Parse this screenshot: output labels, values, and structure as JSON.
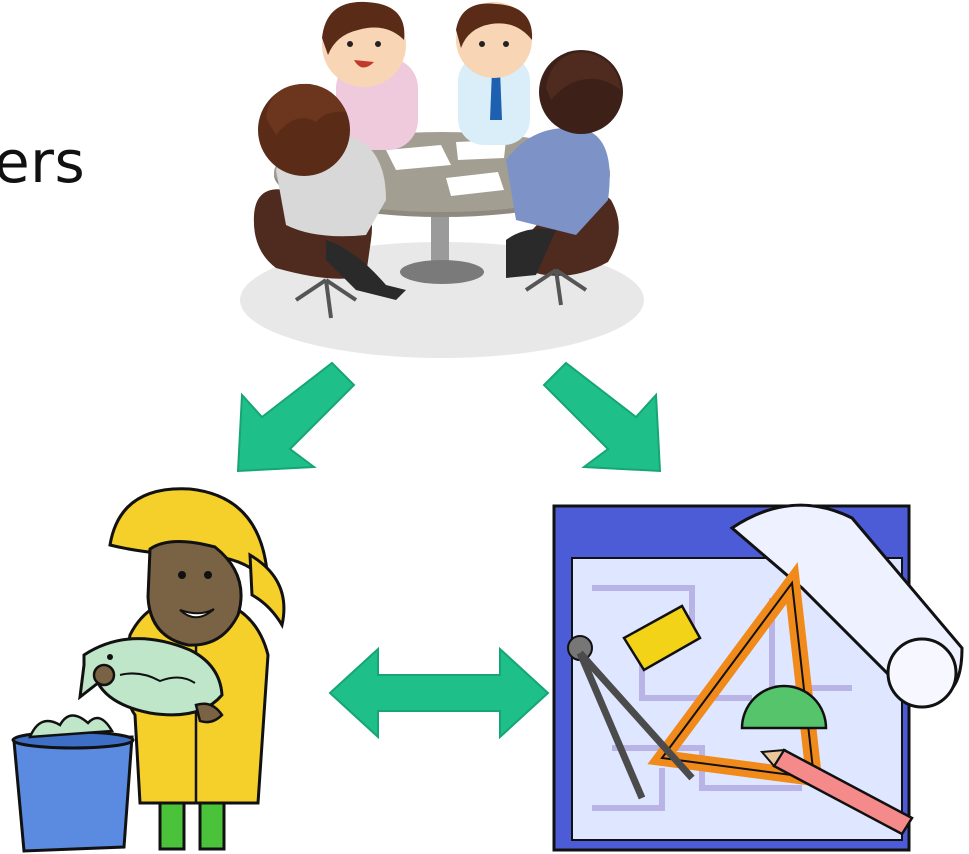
{
  "slide": {
    "partial_heading": "ers"
  },
  "illustrations": {
    "top": "meeting-clipart",
    "bottom_left": "fisherman-clipart",
    "bottom_right": "blueprint-clipart"
  },
  "colors": {
    "arrow": "#1fbf8a",
    "raincoat": "#f5d02a",
    "blueprint_border": "#4c5bd6",
    "bucket": "#5b8be0"
  }
}
